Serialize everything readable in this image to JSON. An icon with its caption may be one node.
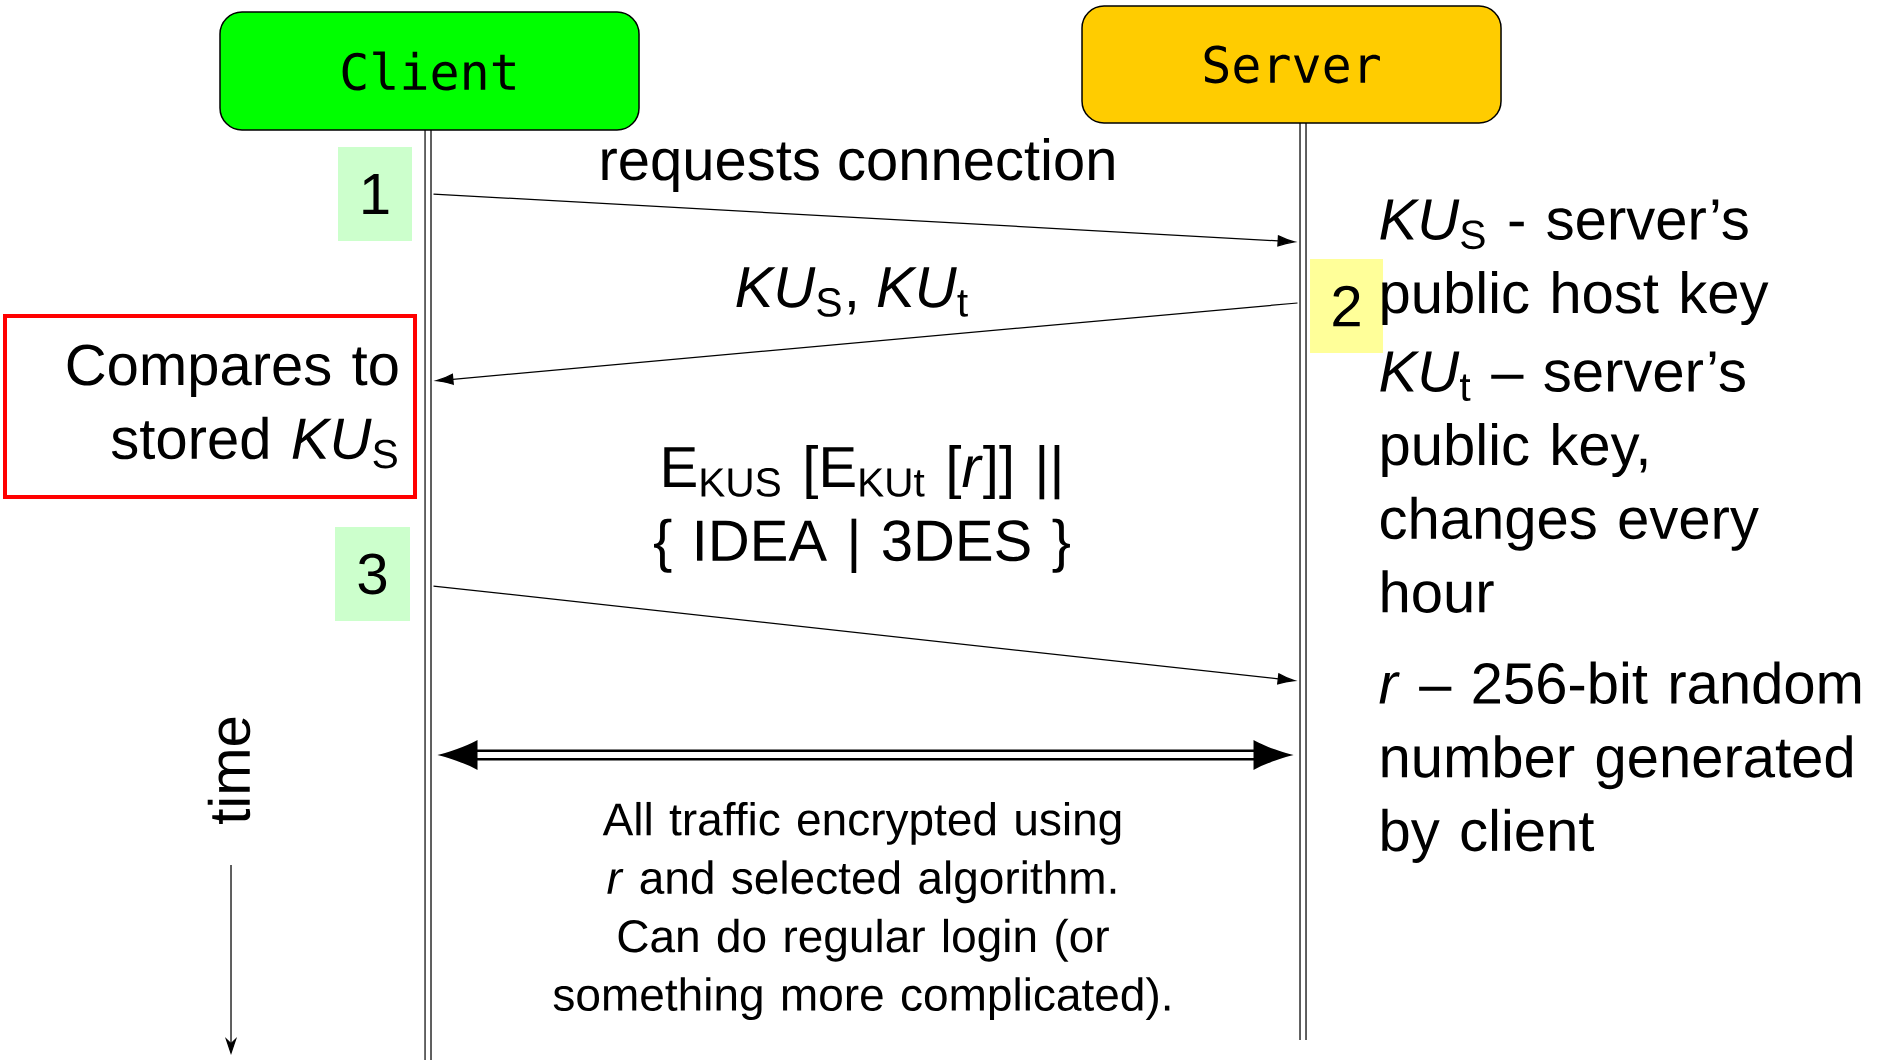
{
  "diagram": {
    "nodes": [
      {
        "text": [
          "Client"
        ]
      },
      {
        "text": [
          "Server"
        ]
      },
      {
        "text": [],
        "shape": "line"
      },
      {
        "text": [],
        "shape": "line"
      },
      {
        "text": [
          "1"
        ]
      },
      {
        "text": [
          "2"
        ]
      },
      {
        "text": [
          "Compares to stored *KU*$_{S}$"
        ]
      },
      {
        "text": [
          "3"
        ]
      }
    ],
    "edges": [
      {
        "from": 2,
        "to": 3,
        "arrow": "to",
        "label": "requests connection"
      },
      {
        "from": 3,
        "to": 2,
        "arrow": "to",
        "label": "*KU*$_{S}$, *KU*$_{t}$"
      },
      {
        "from": 2,
        "to": 3,
        "arrow": "to",
        "label": "E$_{KUS}$ [E$_{KUt}$ [*r*]] || { IDEA | 3DES }"
      },
      {
        "from": 2,
        "to": 3,
        "arrow": "both",
        "style": "thick",
        "label": "All traffic encrypted using *r* and selected algorithm. Can do regular login (or something more complicated)."
      }
    ],
    "labels": [
      "time",
      "*KU*$_{S}$ - server’s public host key",
      "*KU*$_{t}$ – server’s public key, changes every hour",
      "*r* – 256-bit random number generated by client"
    ]
  }
}
